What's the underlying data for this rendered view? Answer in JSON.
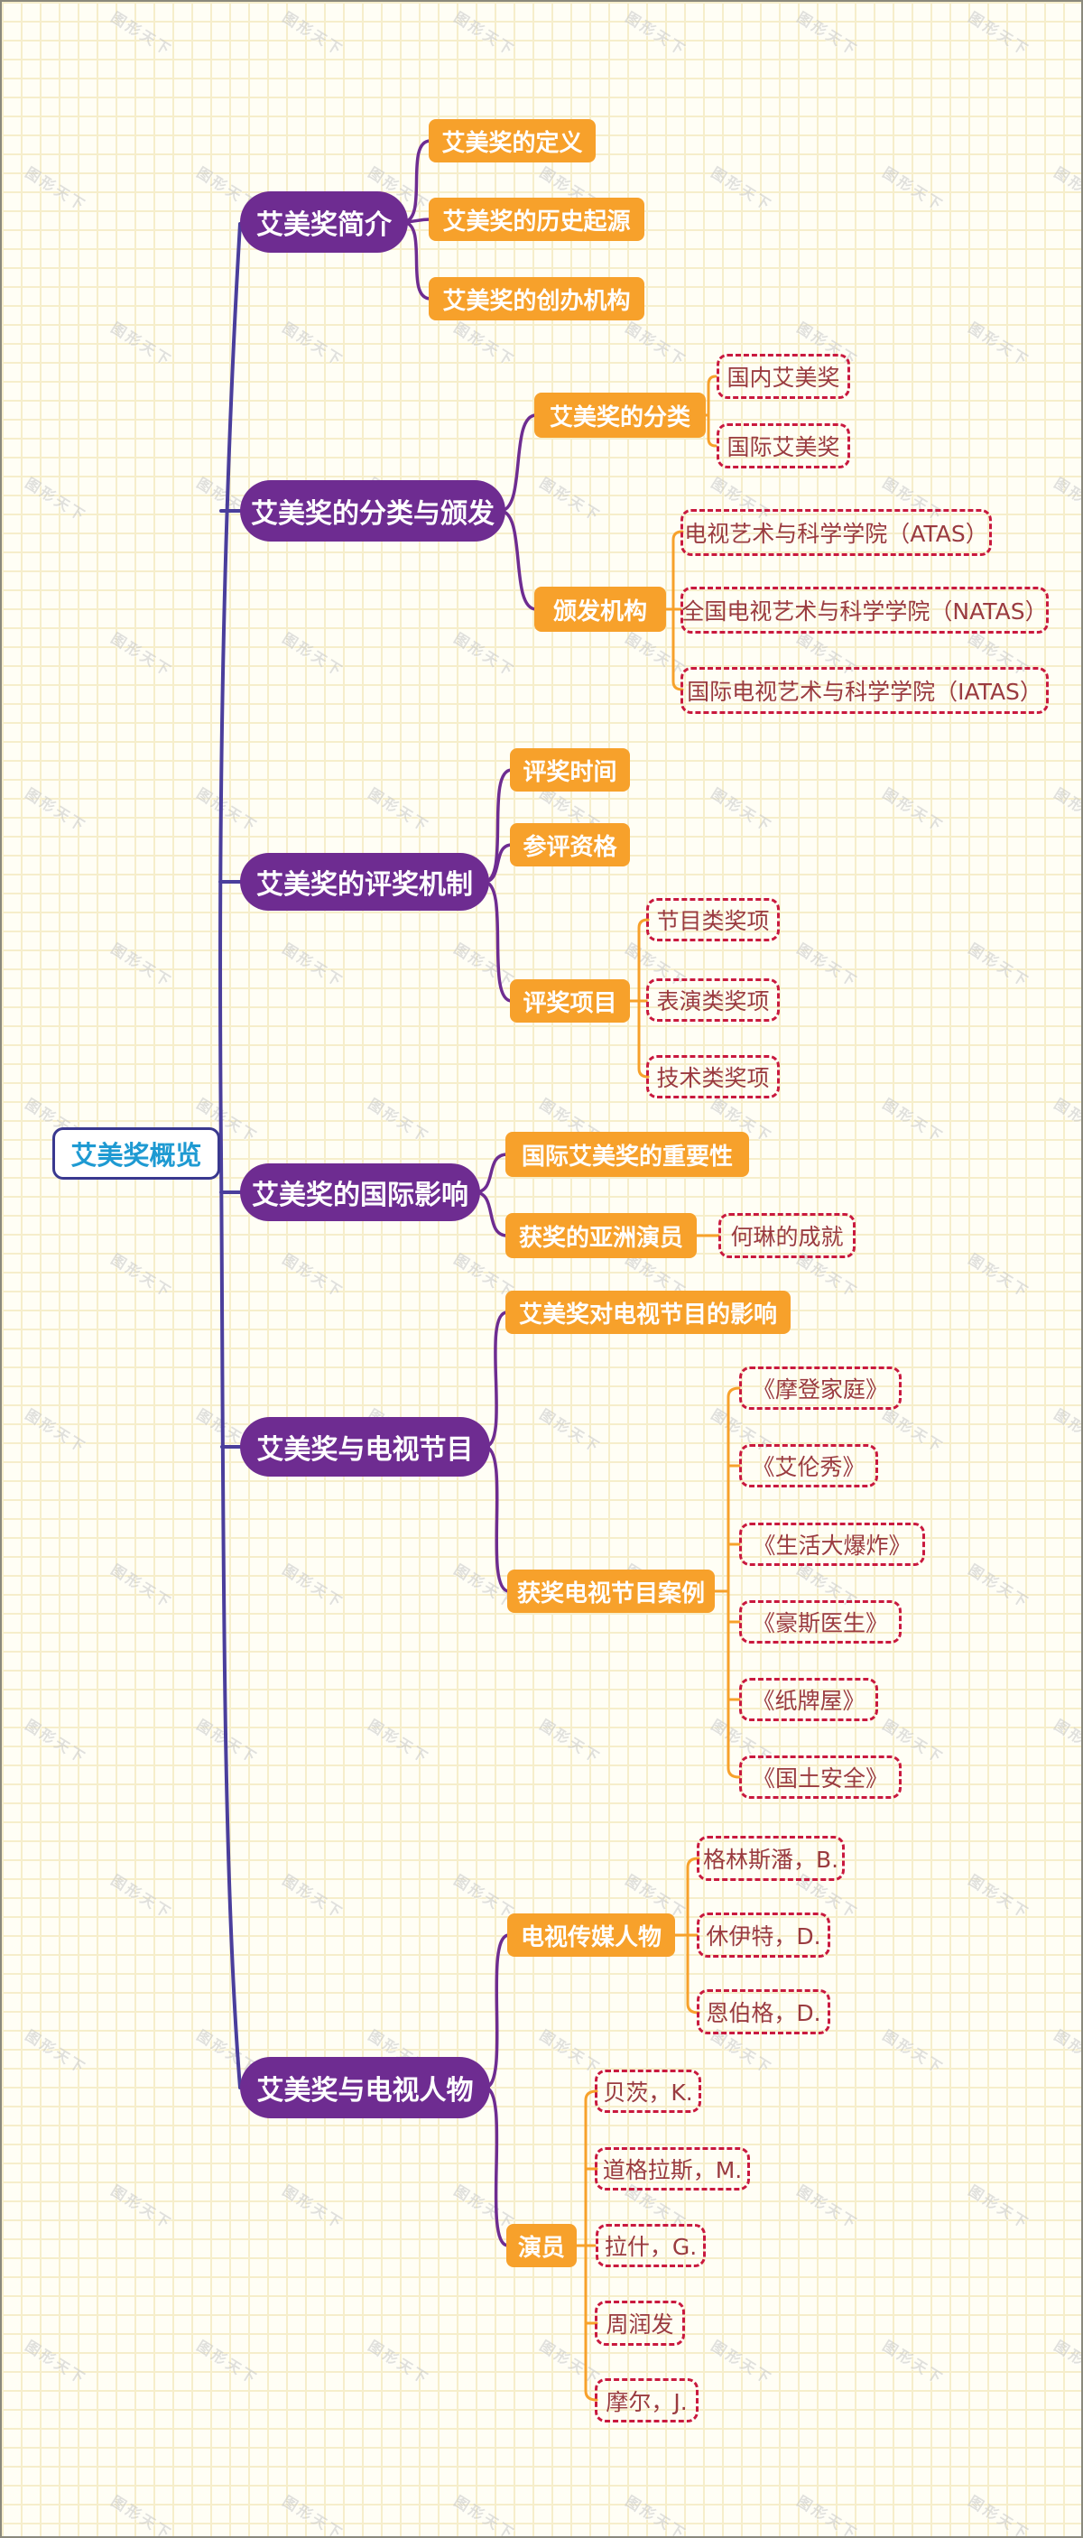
{
  "watermark": {
    "text": "图形天下"
  },
  "colors": {
    "background": "#FFFEF5",
    "grid": "#F6EECB",
    "border": "#8A897D",
    "purple": "#6E2C91",
    "orange": "#F7A12B",
    "dashed_border": "#C9193E",
    "dashed_text": "#9A3B40",
    "root_text": "#1E9AD2",
    "root_border": "#39388F",
    "spine": "#4A3E9C",
    "watermark": "#C8C8C8"
  },
  "root": {
    "label": "艾美奖概览"
  },
  "branches": [
    {
      "label": "艾美奖简介",
      "children": [
        {
          "label": "艾美奖的定义"
        },
        {
          "label": "艾美奖的历史起源"
        },
        {
          "label": "艾美奖的创办机构"
        }
      ]
    },
    {
      "label": "艾美奖的分类与颁发",
      "children": [
        {
          "label": "艾美奖的分类",
          "children": [
            "国内艾美奖",
            "国际艾美奖"
          ]
        },
        {
          "label": "颁发机构",
          "children": [
            "电视艺术与科学学院（ATAS）",
            "全国电视艺术与科学学院（NATAS）",
            "国际电视艺术与科学学院（IATAS）"
          ]
        }
      ]
    },
    {
      "label": "艾美奖的评奖机制",
      "children": [
        {
          "label": "评奖时间"
        },
        {
          "label": "参评资格"
        },
        {
          "label": "评奖项目",
          "children": [
            "节目类奖项",
            "表演类奖项",
            "技术类奖项"
          ]
        }
      ]
    },
    {
      "label": "艾美奖的国际影响",
      "children": [
        {
          "label": "国际艾美奖的重要性"
        },
        {
          "label": "获奖的亚洲演员",
          "children": [
            "何琳的成就"
          ]
        }
      ]
    },
    {
      "label": "艾美奖与电视节目",
      "children": [
        {
          "label": "艾美奖对电视节目的影响"
        },
        {
          "label": "获奖电视节目案例",
          "children": [
            "《摩登家庭》",
            "《艾伦秀》",
            "《生活大爆炸》",
            "《豪斯医生》",
            "《纸牌屋》",
            "《国土安全》"
          ]
        }
      ]
    },
    {
      "label": "艾美奖与电视人物",
      "children": [
        {
          "label": "电视传媒人物",
          "children": [
            "格林斯潘，B.",
            "休伊特，D.",
            "恩伯格，D."
          ]
        },
        {
          "label": "演员",
          "children": [
            "贝茨，K.",
            "道格拉斯，M.",
            "拉什，G.",
            "周润发",
            "摩尔，J."
          ]
        }
      ]
    }
  ]
}
